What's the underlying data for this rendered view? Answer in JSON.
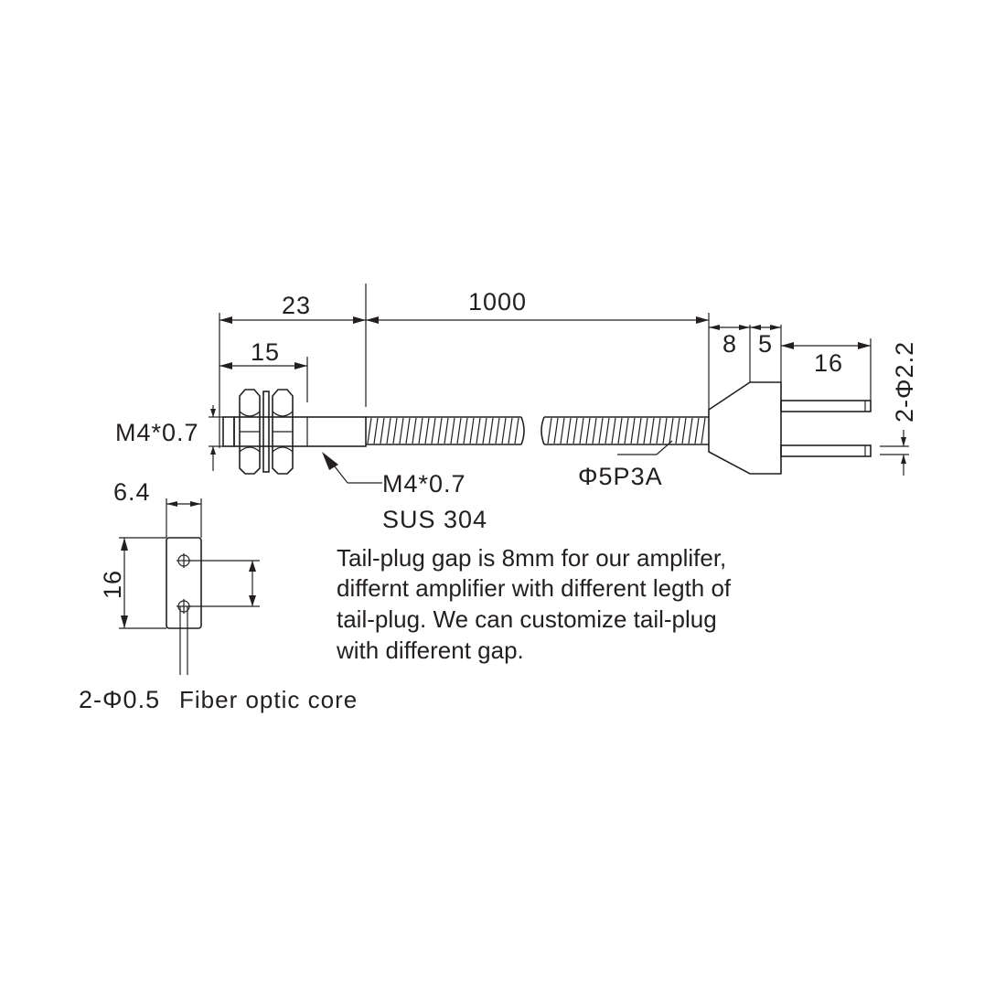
{
  "dimensions": {
    "d23": "23",
    "d15": "15",
    "d1000": "1000",
    "d8": "8",
    "d5": "5",
    "d16_pins": "16",
    "d64": "6.4",
    "d16_head": "16",
    "pin_dia": "2-Φ2.2"
  },
  "labels": {
    "thread_left": "M4*0.7",
    "thread_arrow": "M4*0.7",
    "material": "SUS 304",
    "cable": "Φ5P3A",
    "core": "2-Φ0.5",
    "core_desc": "Fiber optic core"
  },
  "note": {
    "line1": "Tail-plug gap is 8mm for our amplifer,",
    "line2": "differnt amplifier with different legth of",
    "line3": "tail-plug.  We can customize tail-plug",
    "line4": "with different gap."
  }
}
